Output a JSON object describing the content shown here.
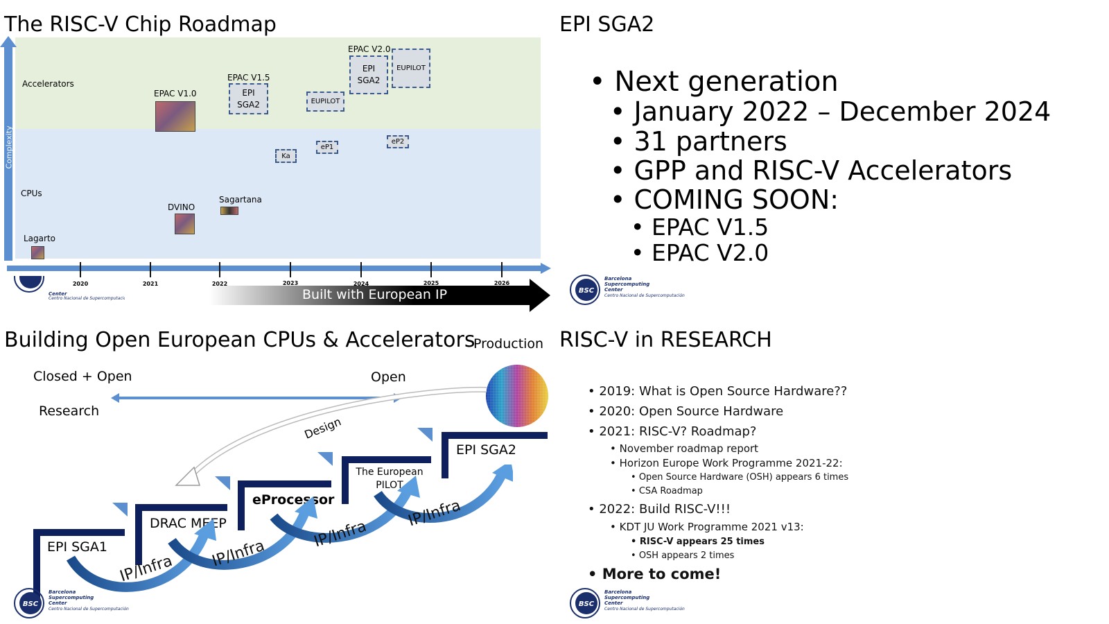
{
  "slides": {
    "roadmap": {
      "title": "The RISC-V Chip Roadmap",
      "axis_label": "Complexity",
      "bands": {
        "accelerators": "Accelerators",
        "cpus": "CPUs"
      },
      "chips": {
        "lagarto": "Lagarto",
        "dvino": "DVINO",
        "sagartana": "Sagartana",
        "epac_v10": "EPAC V1.0",
        "epac_v15": "EPAC V1.5",
        "epac_v20": "EPAC V2.0",
        "epi_sga2_a": "EPI SGA2",
        "epi_sga2_b": "EPI SGA2",
        "eupilot_a": "EUPILOT",
        "eupilot_b": "EUPILOT",
        "ka": "Ka",
        "ep1": "eP1",
        "ep2": "eP2"
      },
      "years": [
        "2020",
        "2021",
        "2022",
        "2023",
        "2024",
        "2025",
        "2026"
      ],
      "banner": "Built with European IP"
    },
    "epi_sga2": {
      "title": "EPI SGA2",
      "bullets": {
        "b1": "Next generation",
        "b2": "January 2022 – December 2024",
        "b3": "31 partners",
        "b4": "GPP and RISC-V Accelerators",
        "b5": "COMING SOON:",
        "b6": "EPAC V1.5",
        "b7": "EPAC V2.0"
      }
    },
    "building": {
      "title": "Building Open European CPUs & Accelerators",
      "production": "Production",
      "closed_open": "Closed + Open",
      "open": "Open",
      "research": "Research",
      "design": "Design",
      "steps": {
        "s1": "EPI SGA1",
        "s2": "DRAC MEEP",
        "s3": "eProcessor",
        "s4a": "The European",
        "s4b": "PILOT",
        "s5": "EPI SGA2"
      },
      "ip_infra": "IP/Infra"
    },
    "research": {
      "title": "RISC-V in RESEARCH",
      "items": {
        "i1": "2019: What is Open Source Hardware??",
        "i2": "2020: Open Source Hardware",
        "i3": "2021: RISC-V? Roadmap?",
        "i3a": "November roadmap report",
        "i3b": "Horizon Europe Work Programme 2021-22:",
        "i3b1": "Open Source Hardware (OSH) appears 6 times",
        "i3b2": "CSA Roadmap",
        "i4": "2022: Build RISC-V!!!",
        "i4a": "KDT JU Work Programme 2021 v13:",
        "i4a1": "RISC-V appears 25 times",
        "i4a2": "OSH appears 2 times",
        "i5": "More to come!"
      }
    }
  },
  "logo": {
    "badge": "BSC",
    "line1": "Barcelona",
    "line2": "Supercomputing",
    "line3": "Center",
    "sub": "Centro Nacional de Supercomputación"
  },
  "colors": {
    "accent_blue": "#5b8fd0",
    "dark_navy": "#0d1f5c",
    "accel_band": "#e6efdc",
    "cpu_band": "#dce8f5"
  }
}
